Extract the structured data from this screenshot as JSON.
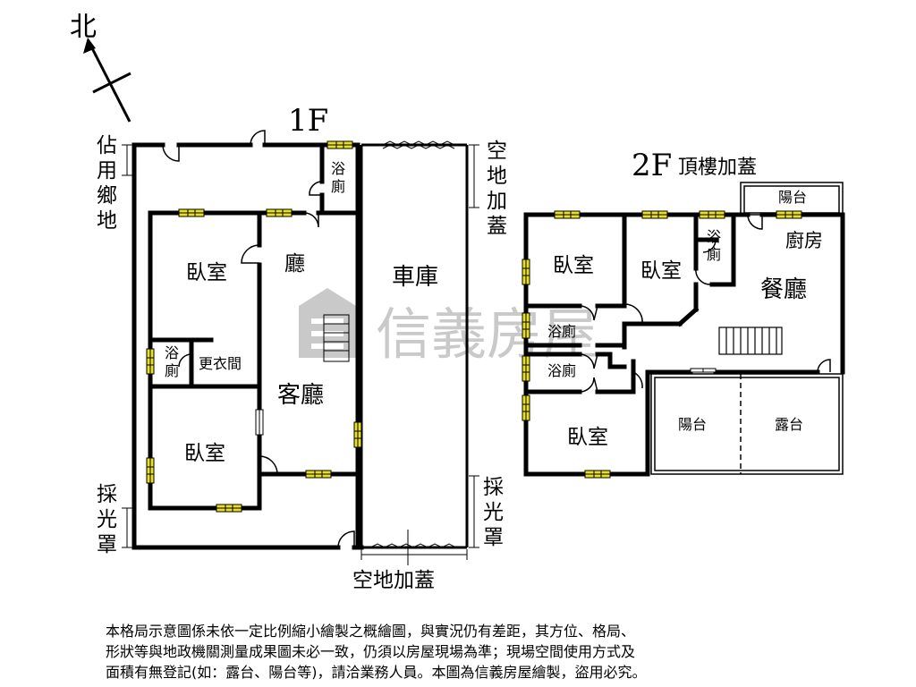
{
  "compass": {
    "north": "北"
  },
  "floor1": {
    "title": "1F",
    "rooms": {
      "bedroom_top": "臥室",
      "hall": "廳",
      "bath_top": "浴\n廁",
      "garage": "車庫",
      "bath_small": "浴\n廁",
      "closet": "更衣間",
      "living": "客廳",
      "bedroom_bottom": "臥室"
    },
    "notes": {
      "occupied_land": "佔\n用\n鄉\n地",
      "open_roof_right": "空\n地\n加\n蓋",
      "skylight_left": "採\n光\n罩",
      "skylight_right": "採\n光\n罩",
      "open_roof_bottom": "空地加蓋"
    }
  },
  "floor2": {
    "title": "2F",
    "subtitle": "頂樓加蓋",
    "rooms": {
      "balcony_top": "陽台",
      "bedroom1": "臥室",
      "bedroom2": "臥室",
      "bath_a": "浴\n廁",
      "kitchen": "廚房",
      "dining": "餐廳",
      "bath_b": "浴廁",
      "bath_c": "浴廁",
      "bedroom3": "臥室",
      "balcony_bottom": "陽台",
      "terrace": "露台"
    }
  },
  "watermark": {
    "brand": "信義房屋"
  },
  "disclaimer": [
    "本格局示意圖係未依一定比例縮小繪製之概繪圖，與實況仍有差距，其方位、格局、",
    "形狀等與地政機關測量成果圖未必一致，仍須以房屋現場為準；現場空間使用方式及",
    "面積有無登記(如：露台、陽台等)，請洽業務人員。本圖為信義房屋繪製，盜用必究。"
  ],
  "colors": {
    "wall": "#000000",
    "window": "#e8e020",
    "watermark": "#9a9a9a"
  }
}
